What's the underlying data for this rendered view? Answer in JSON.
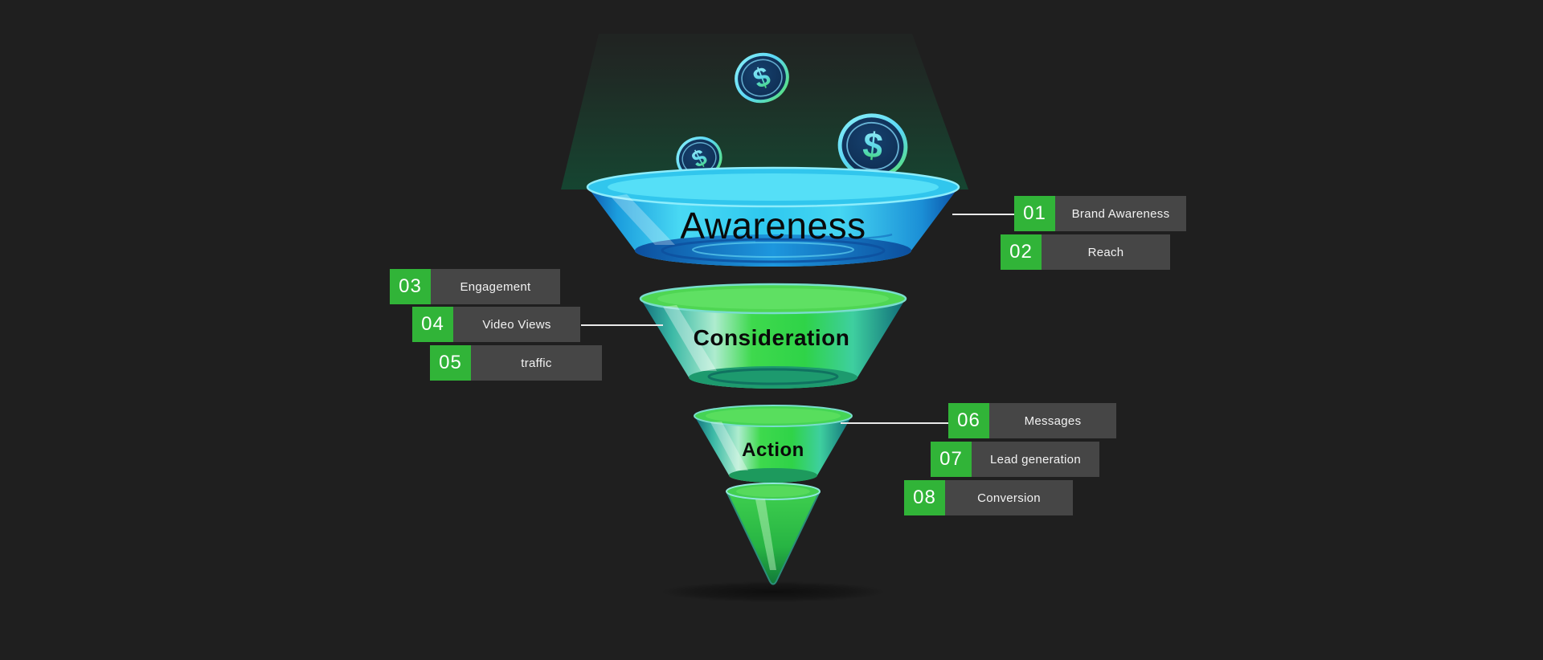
{
  "colors": {
    "bg": "#1f1f1f",
    "badge_green": "#31b438",
    "label_gray": "#464646",
    "label_text": "#f2f2f2",
    "badge_text": "#ffffff",
    "stage_text": "#0a0a0a",
    "line_color": "#e9e9e9",
    "funnel_blue": "#2fc8ef",
    "funnel_green": "#3ad24b",
    "beam_green": "#0f5c3c"
  },
  "funnel": {
    "stages": [
      {
        "name": "Awareness"
      },
      {
        "name": "Consideration"
      },
      {
        "name": "Action"
      }
    ]
  },
  "callouts": [
    {
      "number": "01",
      "text": "Brand Awareness",
      "side": "right"
    },
    {
      "number": "02",
      "text": "Reach",
      "side": "right"
    },
    {
      "number": "03",
      "text": "Engagement",
      "side": "left"
    },
    {
      "number": "04",
      "text": "Video Views",
      "side": "left"
    },
    {
      "number": "05",
      "text": "traffic",
      "side": "left"
    },
    {
      "number": "06",
      "text": "Messages",
      "side": "right"
    },
    {
      "number": "07",
      "text": "Lead generation",
      "side": "right"
    },
    {
      "number": "08",
      "text": "Conversion",
      "side": "right"
    }
  ],
  "icons": {
    "dollar_coin": "$"
  }
}
